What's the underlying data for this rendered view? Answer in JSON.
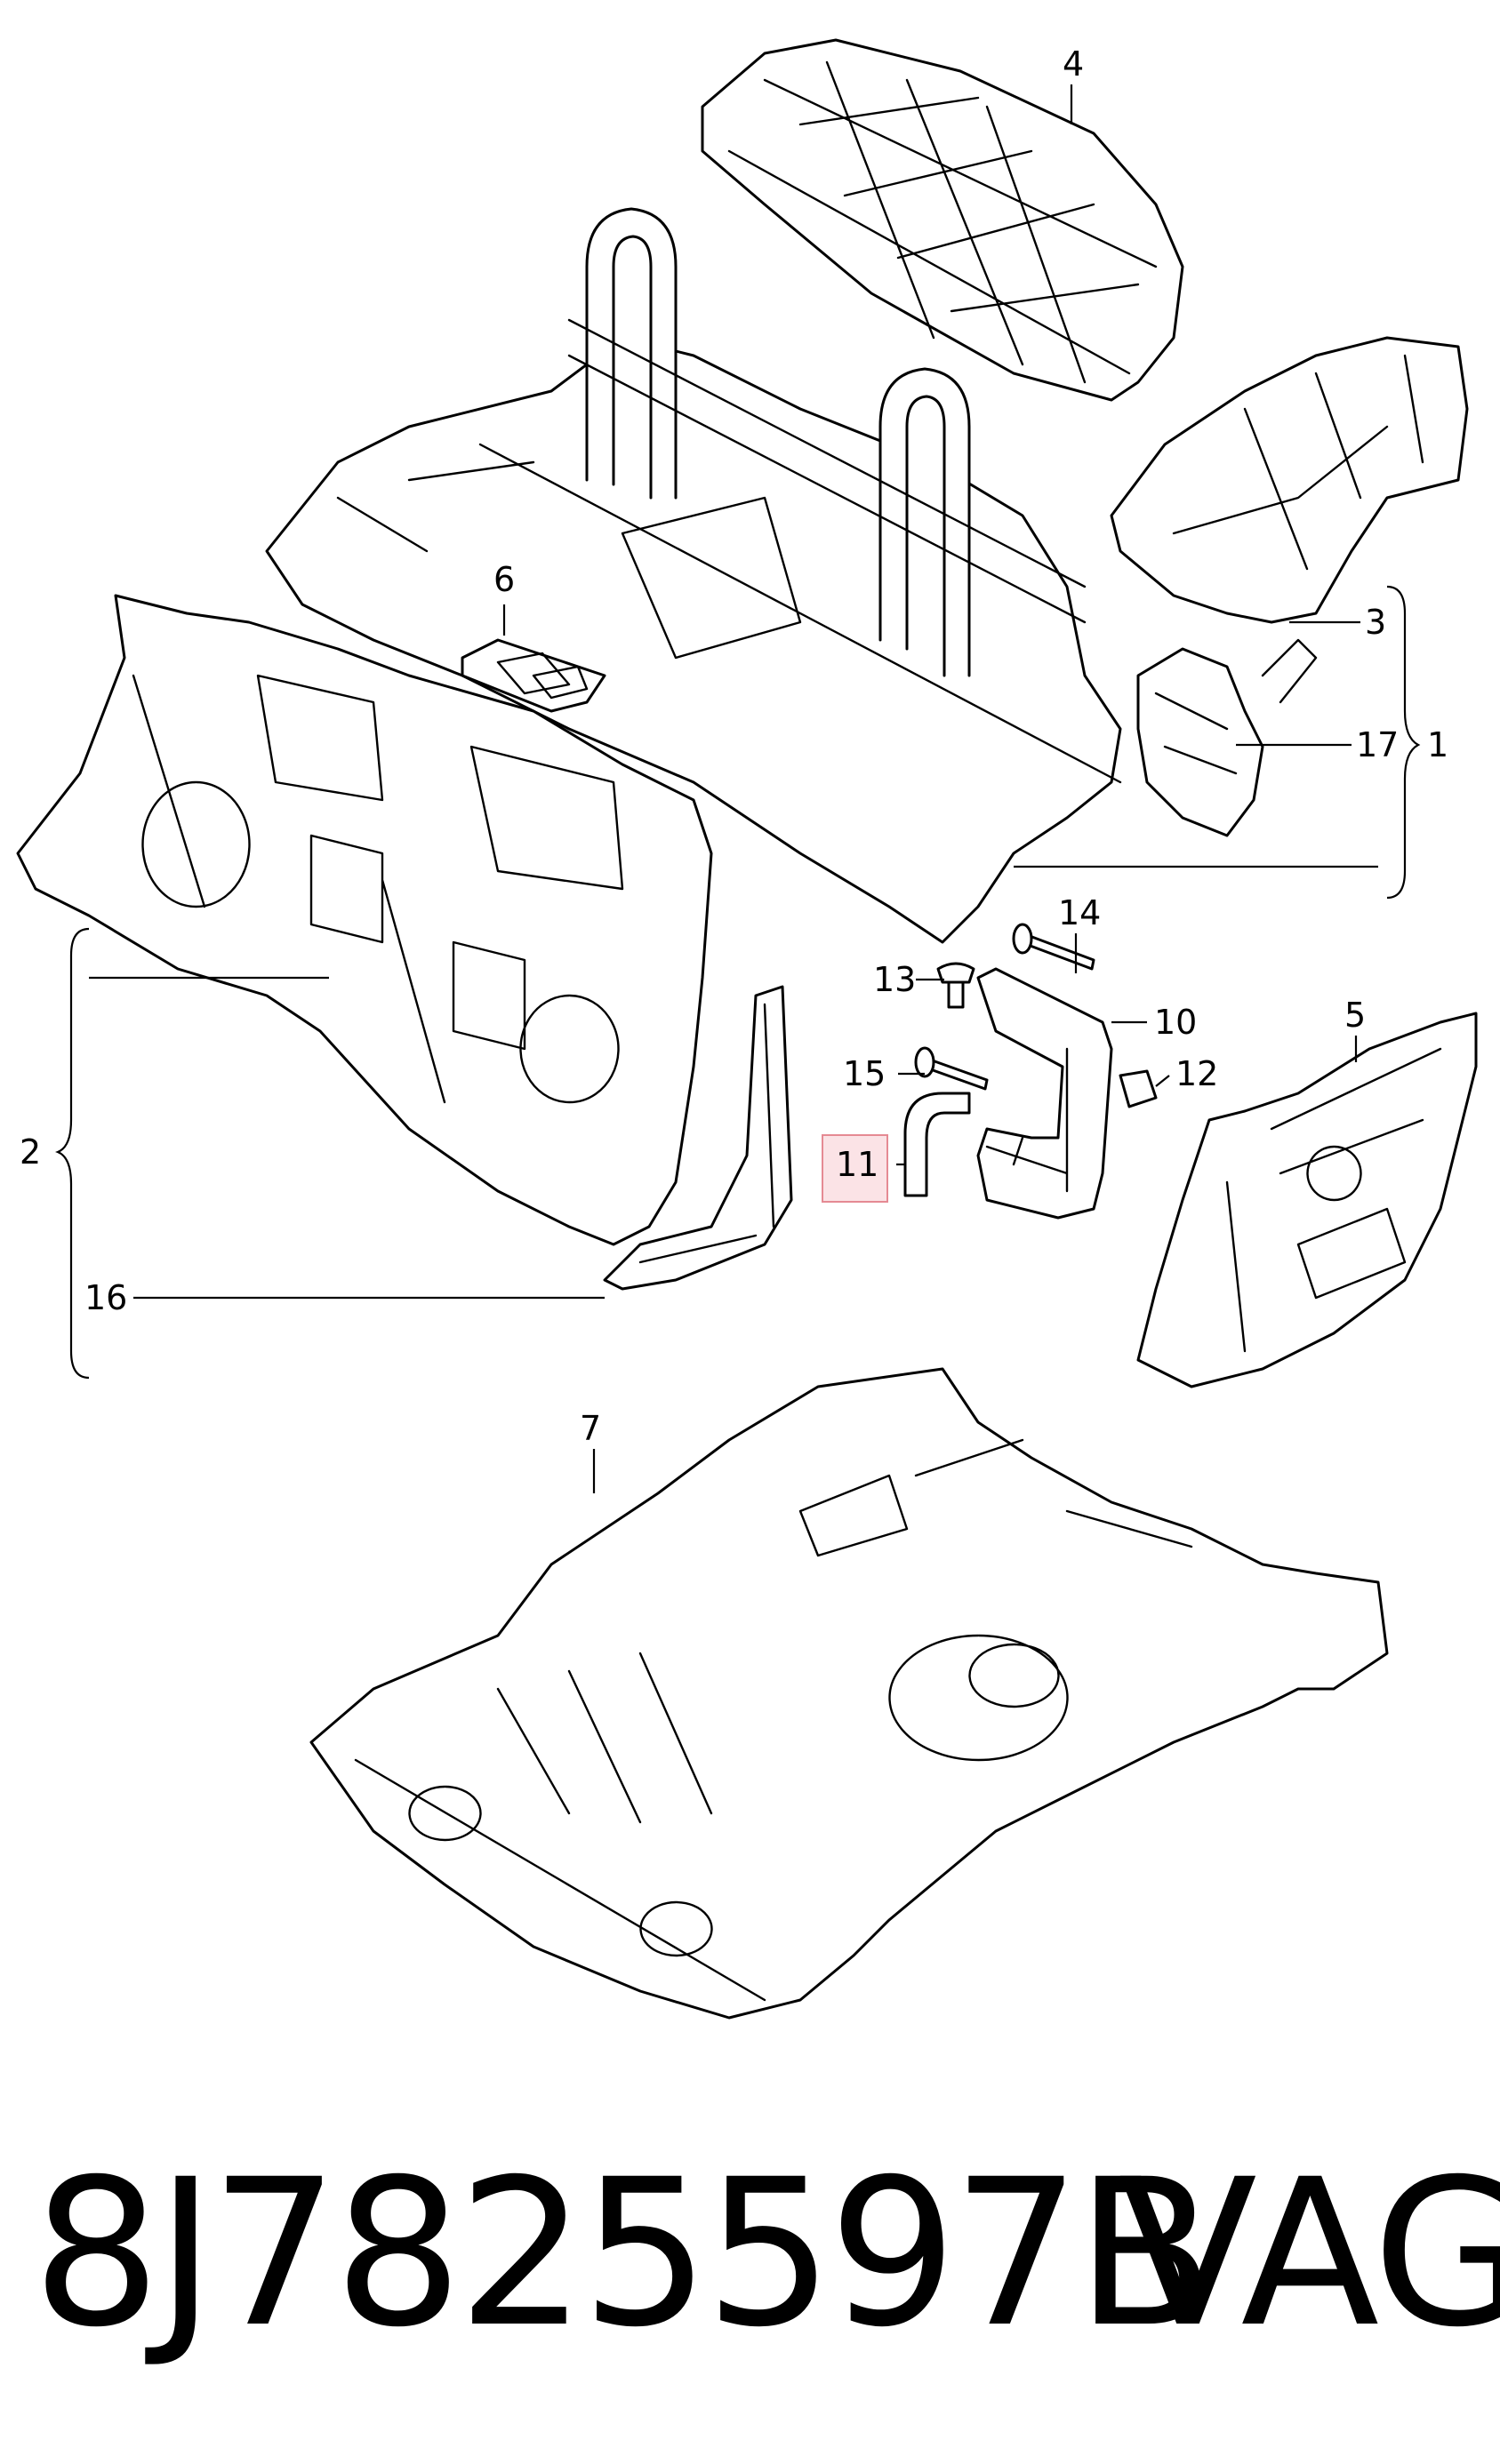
{
  "diagram": {
    "callouts": {
      "c1": "1",
      "c2": "2",
      "c3": "3",
      "c4": "4",
      "c5": "5",
      "c6": "6",
      "c7": "7",
      "c10": "10",
      "c11": "11",
      "c12": "12",
      "c13": "13",
      "c14": "14",
      "c15": "15",
      "c16": "16",
      "c17": "17"
    },
    "highlighted_callout": "11",
    "highlight_color": "#fbe3e6"
  },
  "footer": {
    "part_number": "8J7825597B",
    "brand": "VAG"
  }
}
